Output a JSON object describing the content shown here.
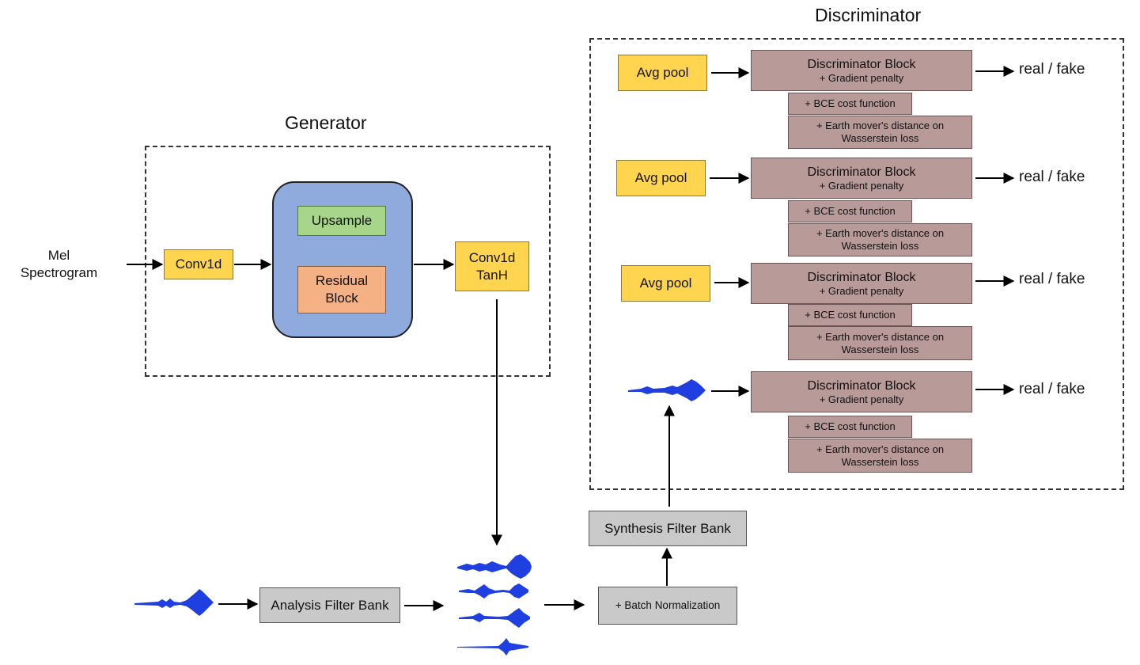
{
  "generator": {
    "title": "Generator",
    "input_label_line1": "Mel",
    "input_label_line2": "Spectrogram",
    "conv_in": "Conv1d",
    "upsample": "Upsample",
    "residual_line1": "Residual",
    "residual_line2": "Block",
    "conv_out_line1": "Conv1d",
    "conv_out_line2": "TanH"
  },
  "pipeline": {
    "analysis": "Analysis Filter Bank",
    "batch_norm": "+ Batch Normalization",
    "synthesis": "Synthesis Filter Bank"
  },
  "discriminator": {
    "title": "Discriminator",
    "blocks": [
      {
        "input": "Avg pool",
        "title": "Discriminator Block",
        "gp": "+ Gradient penalty",
        "bce": "+ BCE cost function",
        "emd_line1": "+ Earth mover's distance on",
        "emd_line2": "Wasserstein loss",
        "output": "real / fake"
      },
      {
        "input": "Avg pool",
        "title": "Discriminator Block",
        "gp": "+ Gradient penalty",
        "bce": "+ BCE cost function",
        "emd_line1": "+ Earth mover's distance on",
        "emd_line2": "Wasserstein loss",
        "output": "real / fake"
      },
      {
        "input": "Avg pool",
        "title": "Discriminator Block",
        "gp": "+ Gradient penalty",
        "bce": "+ BCE cost function",
        "emd_line1": "+ Earth mover's distance on",
        "emd_line2": "Wasserstein loss",
        "output": "real / fake"
      },
      {
        "input": "",
        "title": "Discriminator Block",
        "gp": "+ Gradient penalty",
        "bce": "+ BCE cost function",
        "emd_line1": "+ Earth mover's distance on",
        "emd_line2": "Wasserstein loss",
        "output": "real / fake"
      }
    ]
  },
  "colors": {
    "yellow": "#ffd54f",
    "grey": "#c9c9c9",
    "mauve": "#b89a98",
    "blue": "#8faadc",
    "green": "#a7d68a",
    "orange": "#f4b183",
    "waveform": "#1f3fe0"
  }
}
